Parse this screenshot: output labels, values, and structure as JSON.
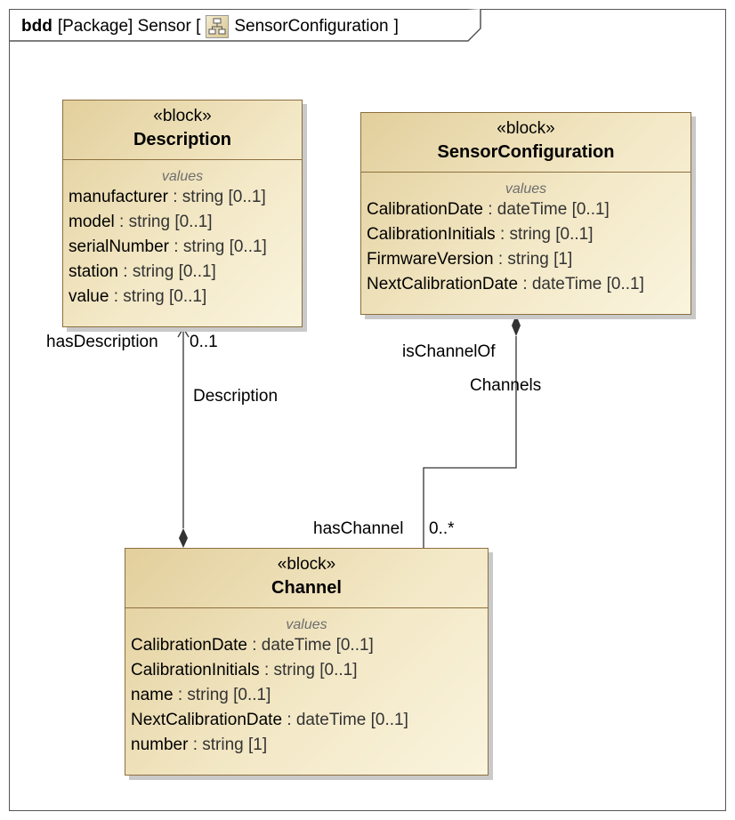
{
  "frame": {
    "kind": "bdd",
    "title_prefix": "[Package] Sensor [",
    "icon": "package-diagram-icon",
    "diagram_name": "SensorConfiguration",
    "title_suffix": "]"
  },
  "blocks": {
    "description": {
      "stereotype": "«block»",
      "name": "Description",
      "compartment": "values",
      "properties": [
        {
          "name": "manufacturer",
          "type": ": string [0..1]"
        },
        {
          "name": "model",
          "type": ": string [0..1]"
        },
        {
          "name": "serialNumber",
          "type": ": string [0..1]"
        },
        {
          "name": "station",
          "type": ": string [0..1]"
        },
        {
          "name": "value",
          "type": ": string [0..1]"
        }
      ]
    },
    "sensor_configuration": {
      "stereotype": "«block»",
      "name": "SensorConfiguration",
      "compartment": "values",
      "properties": [
        {
          "name": "CalibrationDate",
          "type": ": dateTime [0..1]"
        },
        {
          "name": "CalibrationInitials",
          "type": ": string [0..1]"
        },
        {
          "name": "FirmwareVersion",
          "type": ": string [1]"
        },
        {
          "name": "NextCalibrationDate",
          "type": ": dateTime [0..1]"
        }
      ]
    },
    "channel": {
      "stereotype": "«block»",
      "name": "Channel",
      "compartment": "values",
      "properties": [
        {
          "name": "CalibrationDate",
          "type": ": dateTime [0..1]"
        },
        {
          "name": "CalibrationInitials",
          "type": ": string [0..1]"
        },
        {
          "name": "name",
          "type": ": string [0..1]"
        },
        {
          "name": "NextCalibrationDate",
          "type": ": dateTime [0..1]"
        },
        {
          "name": "number",
          "type": ": string [1]"
        }
      ]
    }
  },
  "associations": {
    "description_assoc": {
      "role_end": "hasDescription",
      "multiplicity": "0..1",
      "name": "Description"
    },
    "channels_assoc": {
      "role_owner": "isChannelOf",
      "name": "Channels",
      "role_end": "hasChannel",
      "multiplicity": "0..*"
    }
  },
  "colors": {
    "block_border": "#8c6f3f",
    "block_fill_start": "#e2cf9c",
    "block_fill_end": "#faf4de"
  }
}
